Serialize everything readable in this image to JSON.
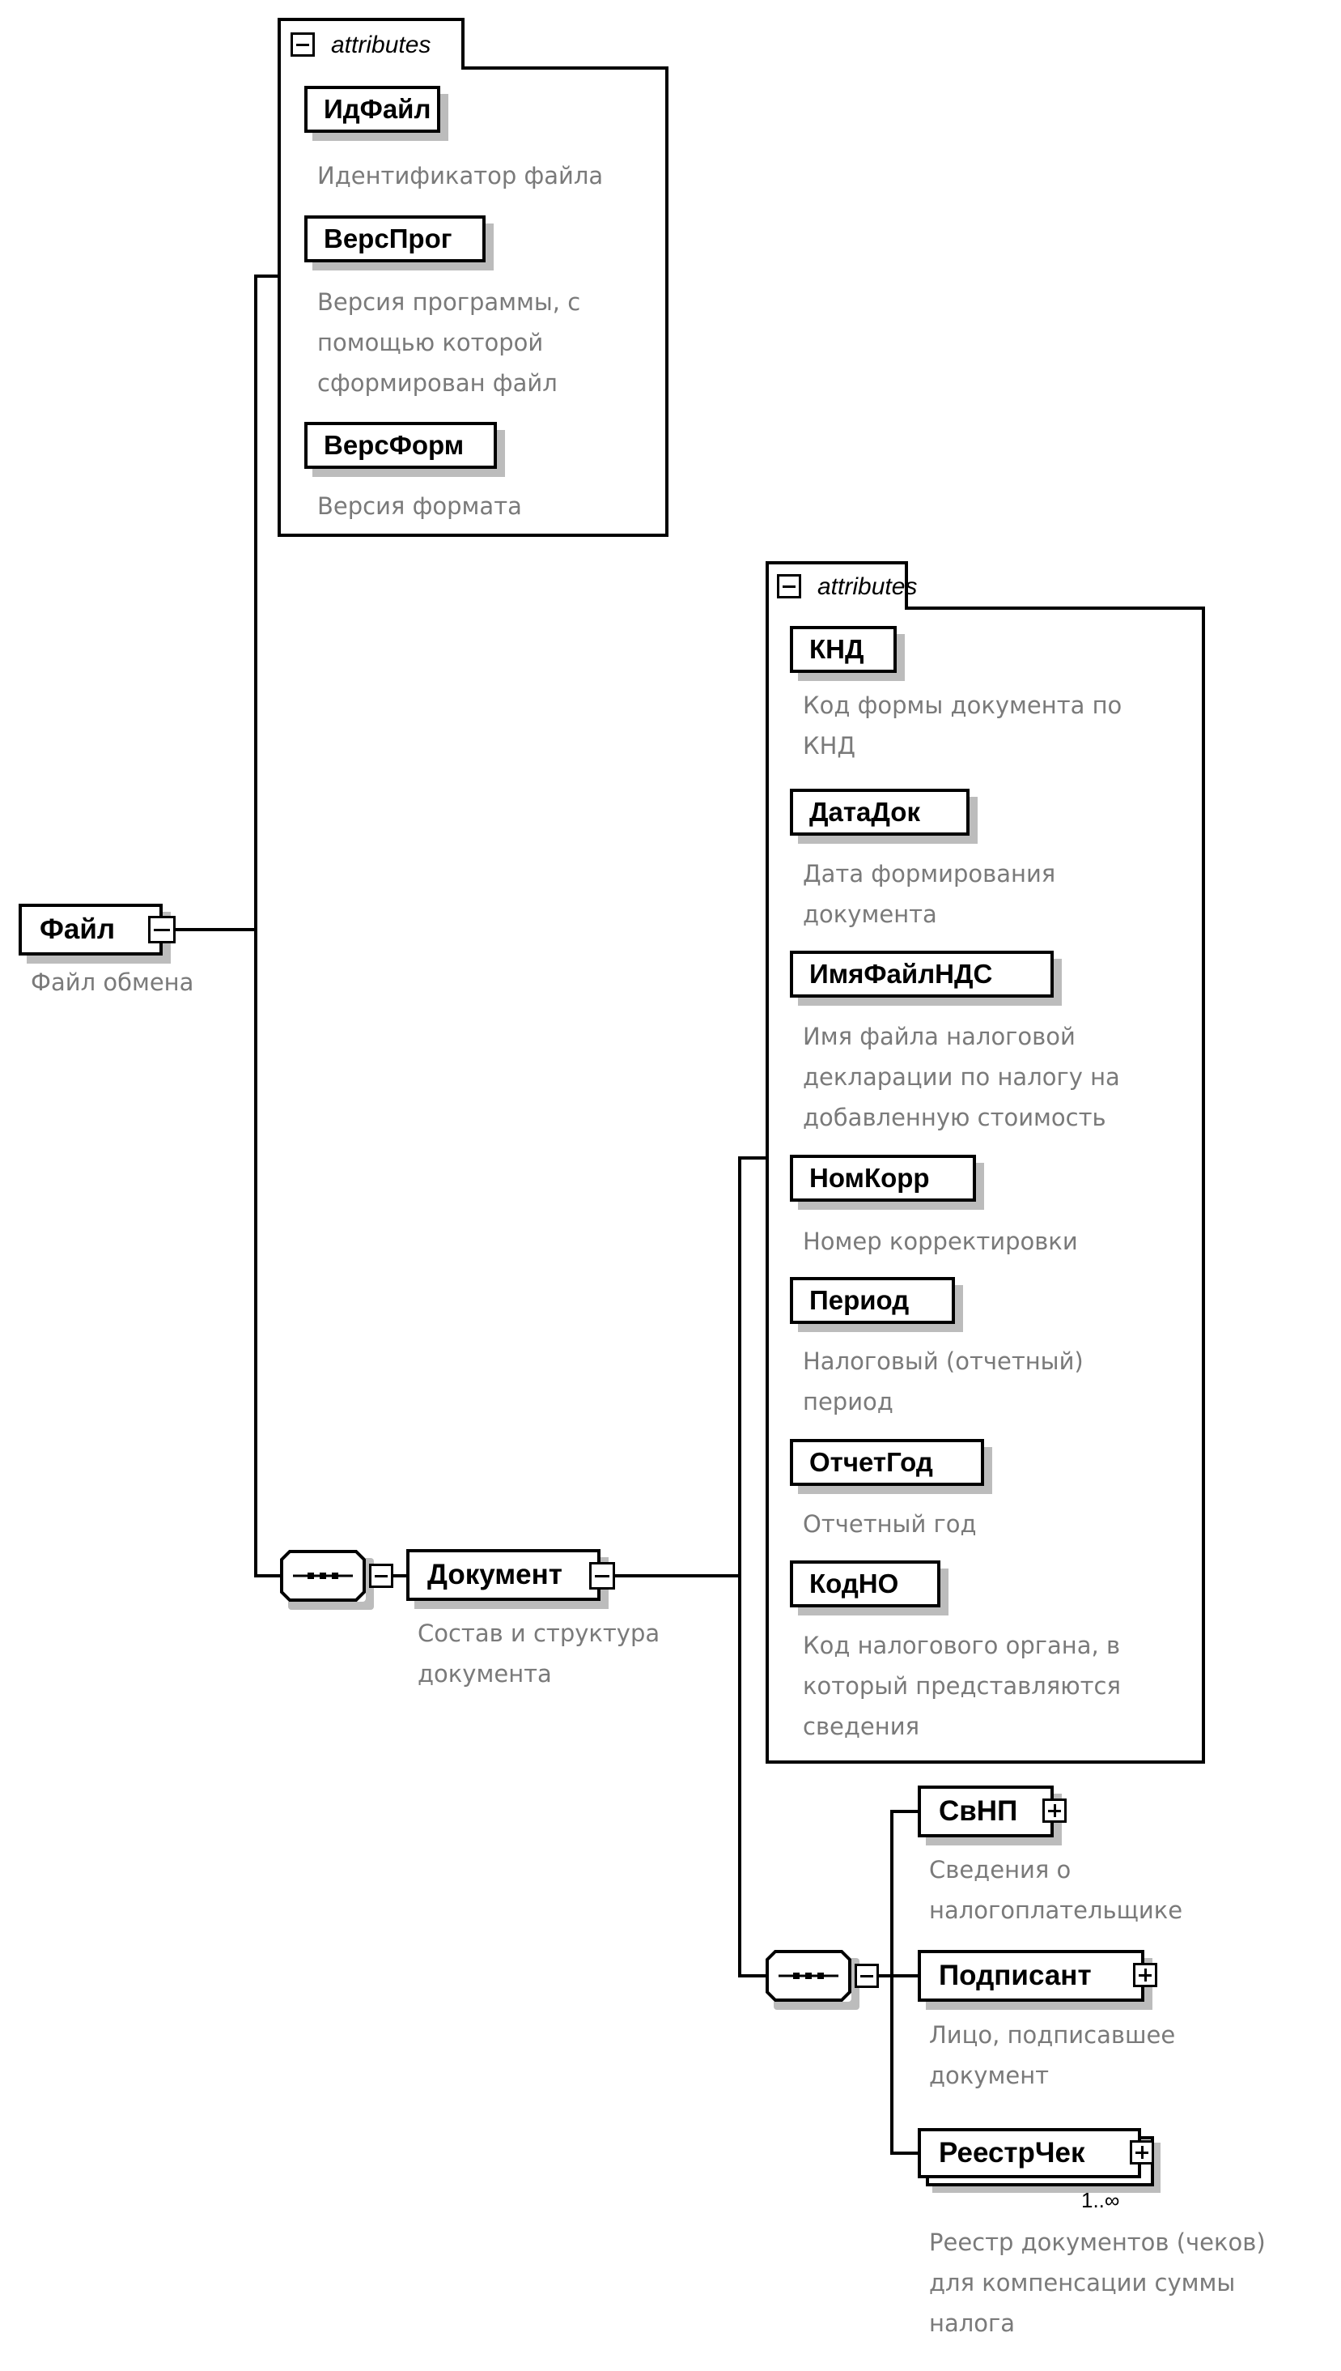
{
  "root": {
    "name": "Файл",
    "description": "Файл обмена",
    "toggle": "collapse"
  },
  "root_attributes": {
    "header": "attributes",
    "items": [
      {
        "name": "ИдФайл",
        "description": "Идентификатор файла"
      },
      {
        "name": "ВерсПрог",
        "description": "Версия программы, с\nпомощью которой\nсформирован файл"
      },
      {
        "name": "ВерсФорм",
        "description": "Версия формата"
      }
    ]
  },
  "document": {
    "name": "Документ",
    "description": "Состав и структура\nдокумента",
    "compositor": "sequence"
  },
  "document_attributes": {
    "header": "attributes",
    "items": [
      {
        "name": "КНД",
        "description": "Код формы документа по\nКНД"
      },
      {
        "name": "ДатаДок",
        "description": "Дата формирования\nдокумента"
      },
      {
        "name": "ИмяФайлНДС",
        "description": "Имя файла налоговой\nдекларации по налогу на\nдобавленную стоимость"
      },
      {
        "name": "НомКорр",
        "description": "Номер корректировки"
      },
      {
        "name": "Период",
        "description": "Налоговый (отчетный)\nпериод"
      },
      {
        "name": "ОтчетГод",
        "description": "Отчетный год"
      },
      {
        "name": "КодНО",
        "description": "Код налогового органа, в\nкоторый представляются\nсведения"
      }
    ]
  },
  "children": [
    {
      "name": "СвНП",
      "description": "Сведения о\nналогоплательщике",
      "toggle": "expand"
    },
    {
      "name": "Подписант",
      "description": "Лицо, подписавшее\nдокумент",
      "toggle": "expand"
    },
    {
      "name": "РеестрЧек",
      "description": "Реестр документов (чеков)\nдля компенсации суммы\nналога",
      "toggle": "expand",
      "multiplicity": "1..∞"
    }
  ]
}
